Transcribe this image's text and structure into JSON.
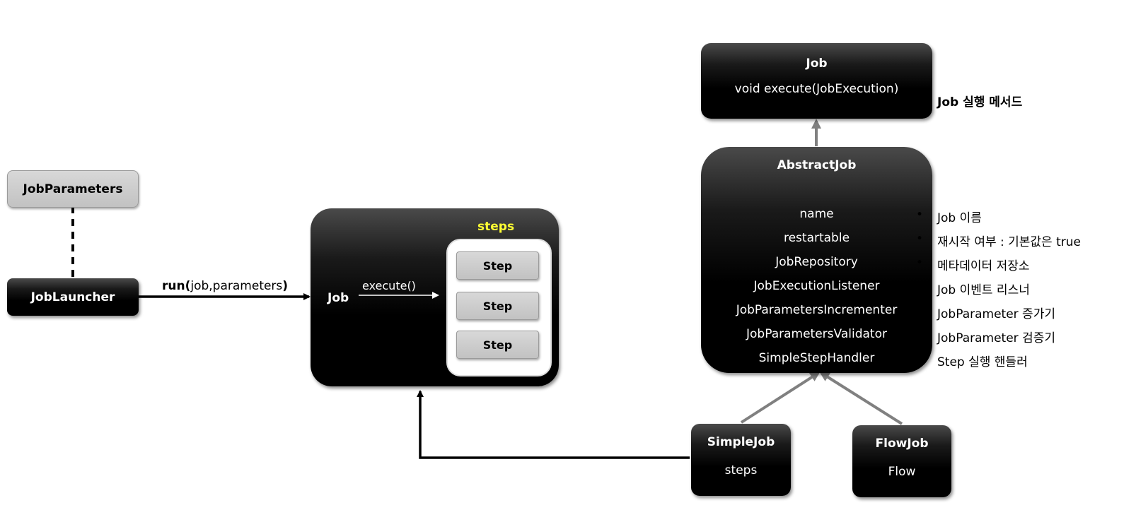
{
  "job_parameters": {
    "label": "JobParameters"
  },
  "job_launcher": {
    "label": "JobLauncher"
  },
  "run_call": {
    "run": "run(",
    "args": "job,parameters",
    "close": ")"
  },
  "job_box": {
    "job_label": "Job",
    "execute_label": "execute()",
    "steps_title": "steps",
    "steps": [
      "Step",
      "Step",
      "Step"
    ]
  },
  "job_interface": {
    "title": "Job",
    "method": "void execute(JobExecution)",
    "note": "Job 실행 메서드"
  },
  "abstract_job": {
    "title": "AbstractJob",
    "fields": [
      {
        "name": "name",
        "desc": "Job 이름"
      },
      {
        "name": "restartable",
        "desc": "재시작 여부 : 기본값은 true"
      },
      {
        "name": "JobRepository",
        "desc": "메타데이터 저장소"
      },
      {
        "name": "JobExecutionListener",
        "desc": "Job 이벤트 리스너"
      },
      {
        "name": "JobParametersIncrementer",
        "desc": "JobParameter  증가기"
      },
      {
        "name": "JobParametersValidator",
        "desc": "JobParameter  검증기"
      },
      {
        "name": "SimpleStepHandler",
        "desc": "Step 실행 핸들러"
      }
    ]
  },
  "simple_job": {
    "title": "SimpleJob",
    "field": "steps"
  },
  "flow_job": {
    "title": "FlowJob",
    "field": "Flow"
  },
  "colors": {
    "steps_title": "#ffff33",
    "arrow_grey": "#808080"
  }
}
